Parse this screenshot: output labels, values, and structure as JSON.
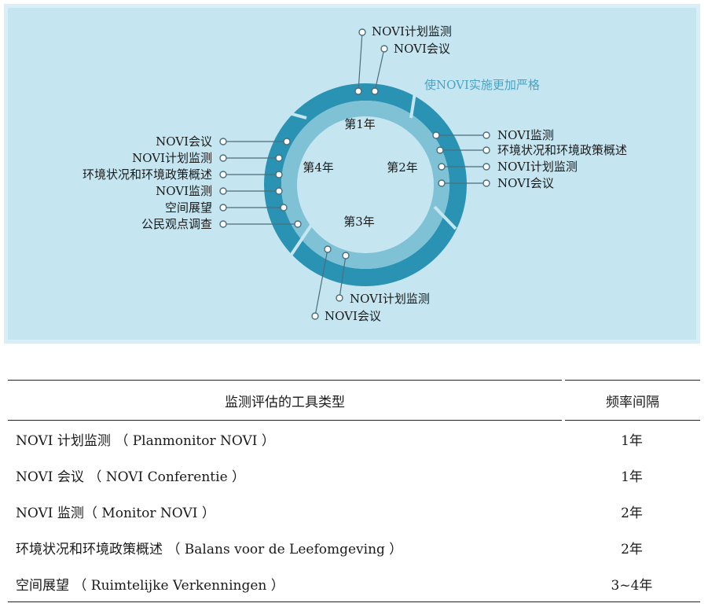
{
  "colors": {
    "panel_bg": "#c5e6f1",
    "panel_border": "#d9eef6",
    "ring_outer": "#2a93b3",
    "ring_inner": "#7fc2d6",
    "highlight_text": "#4aa3c4",
    "leader_line": "#4b6e7c"
  },
  "diagram": {
    "years": {
      "y1": "第1年",
      "y2": "第2年",
      "y3": "第3年",
      "y4": "第4年"
    },
    "highlight": "使NOVI实施更加严格",
    "year1_labels": [
      "NOVI计划监测",
      "NOVI会议"
    ],
    "year2_labels": [
      "NOVI监测",
      "环境状况和环境政策概述",
      "NOVI计划监测",
      "NOVI会议"
    ],
    "year3_labels": [
      "NOVI计划监测",
      "NOVI会议"
    ],
    "year4_labels": [
      "NOVI会议",
      "NOVI计划监测",
      "环境状况和环境政策概述",
      "NOVI监测",
      "空间展望",
      "公民观点调查"
    ]
  },
  "table": {
    "headers": [
      "监测评估的工具类型",
      "频率间隔"
    ],
    "rows": [
      [
        "NOVI 计划监测 （ Planmonitor NOVI ）",
        "1年"
      ],
      [
        "NOVI 会议 （ NOVI Conferentie ）",
        "1年"
      ],
      [
        "NOVI 监测（ Monitor NOVI ）",
        "2年"
      ],
      [
        "环境状况和环境政策概述 （ Balans voor de Leefomgeving ）",
        "2年"
      ],
      [
        "空间展望 （ Ruimtelijke Verkenningen ）",
        "3~4年"
      ]
    ]
  }
}
